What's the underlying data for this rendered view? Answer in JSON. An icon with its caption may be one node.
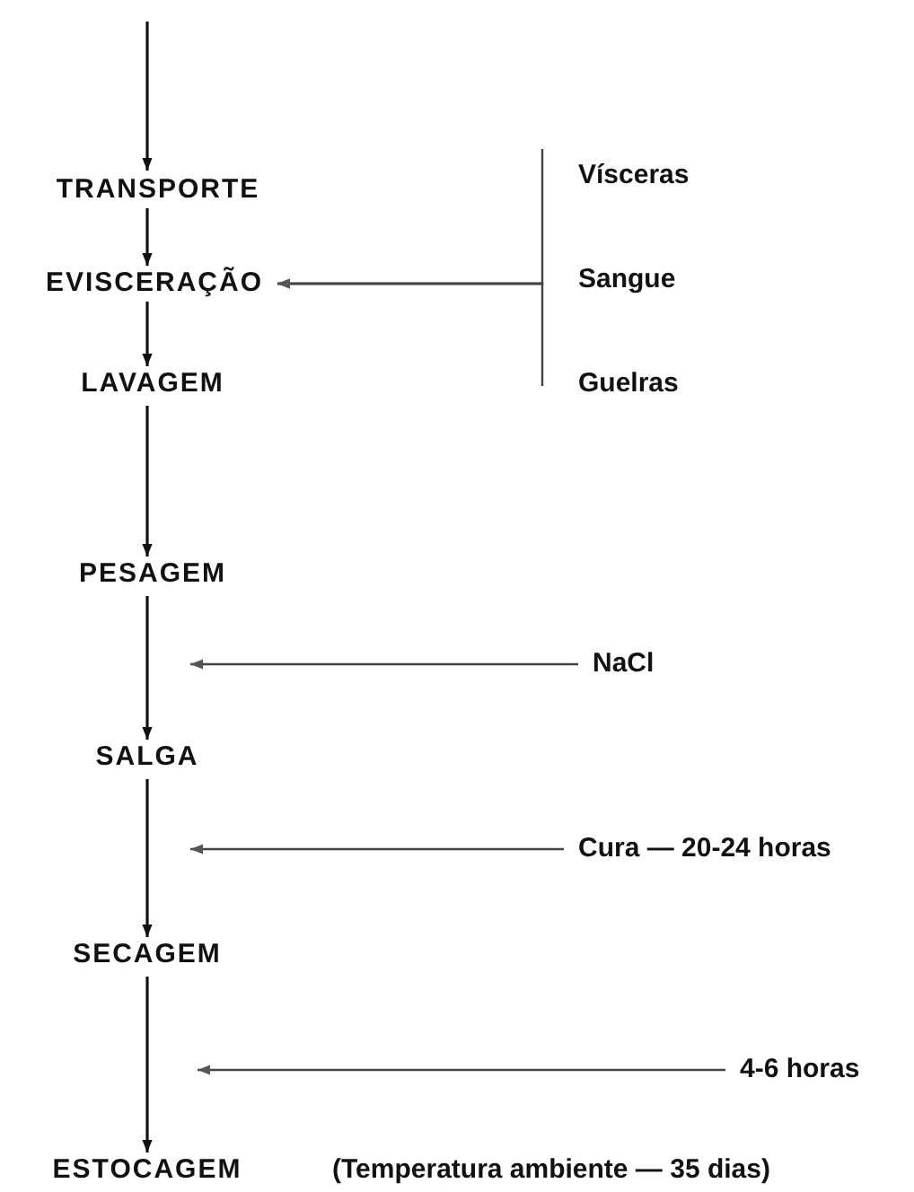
{
  "diagram": {
    "nodes": [
      {
        "text": [
          "TRANSPORTE"
        ]
      },
      {
        "text": [
          "EVISCERAÇÃO"
        ]
      },
      {
        "text": [
          "LAVAGEM"
        ]
      },
      {
        "text": [
          "PESAGEM"
        ]
      },
      {
        "text": [
          "SALGA"
        ]
      },
      {
        "text": [
          "SECAGEM"
        ]
      },
      {
        "text": [
          "ESTOCAGEM"
        ],
        "beside": [
          "(Temperatura ambiente — 35 dias)"
        ]
      },
      {
        "text": [
          "Vísceras"
        ]
      },
      {
        "text": [
          "Sangue"
        ]
      },
      {
        "text": [
          "Guelras"
        ]
      },
      {
        "text": [
          "NaCl"
        ]
      },
      {
        "text": [
          "Cura — 20-24 horas"
        ]
      },
      {
        "text": [
          "4-6 horas"
        ]
      }
    ],
    "edges": [
      {
        "from": null,
        "to": 0,
        "arrow": "to"
      },
      {
        "from": 0,
        "to": 1,
        "arrow": "to"
      },
      {
        "from": 1,
        "to": 2,
        "arrow": "to"
      },
      {
        "from": 2,
        "to": 3,
        "arrow": "to"
      },
      {
        "from": 3,
        "to": 4,
        "arrow": "to"
      },
      {
        "from": 4,
        "to": 5,
        "arrow": "to"
      },
      {
        "from": 5,
        "to": 6,
        "arrow": "to"
      },
      {
        "from": 7,
        "to": 1,
        "arrow": "to"
      },
      {
        "from": 8,
        "to": 1,
        "arrow": "to"
      },
      {
        "from": 9,
        "to": 1,
        "arrow": "to"
      },
      {
        "from": 10,
        "to": null,
        "arrow": "to"
      },
      {
        "from": 11,
        "to": null,
        "arrow": "to"
      },
      {
        "from": 12,
        "to": null,
        "arrow": "to"
      }
    ]
  }
}
